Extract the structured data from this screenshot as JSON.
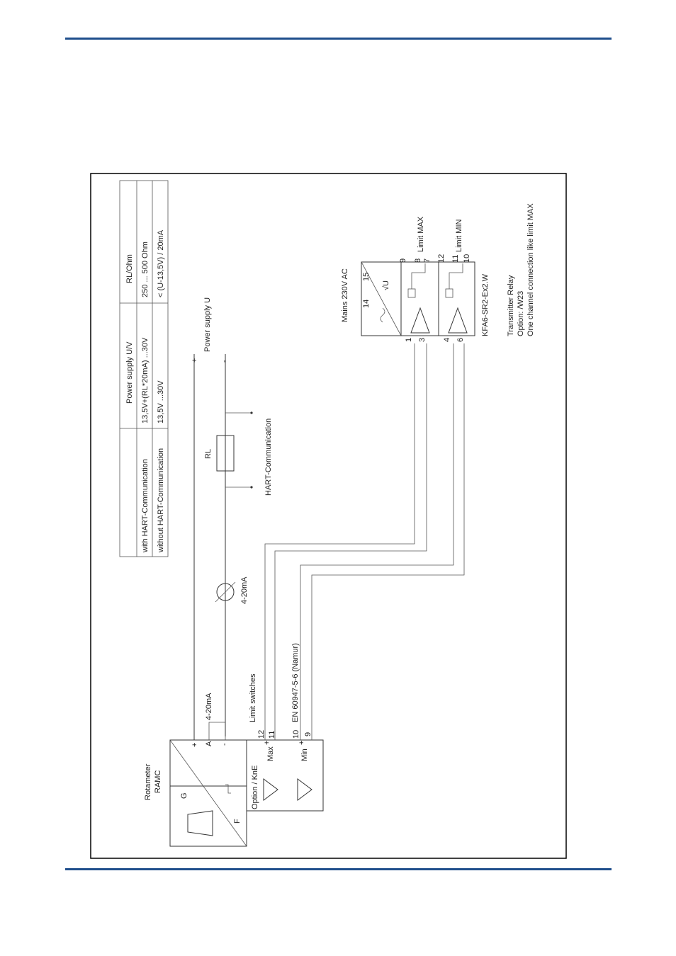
{
  "colors": {
    "rule": "#1f4e8c",
    "frame": "#000000",
    "line": "#333333"
  },
  "table": {
    "header": [
      "",
      "Power supply U/V",
      "RL/Ohm"
    ],
    "rows": [
      [
        "with HART-Communication",
        "13,5V+(RL*20mA) ...30V",
        "250 ... 500 Ohm"
      ],
      [
        "without HART-Communication",
        "13,5V ...30V",
        "< (U-13,5V) / 20mA"
      ]
    ]
  },
  "labels": {
    "rotameter": "Rotameter",
    "ramc": "RAMC",
    "g": "G",
    "f": "F",
    "plus": "+",
    "a": "A",
    "minus": "-",
    "current_left": "4-20mA",
    "current_meter": "4-20mA",
    "option": "Option / KnE",
    "max": "Max",
    "min": "Min",
    "limit_switches": "Limit switches",
    "namur": "EN 60947-5-6 (Namur)",
    "rl": "RL",
    "hart": "HART-Communication",
    "power_supply": "Power supply U",
    "ps_plus": "+",
    "ps_minus": "-",
    "mains": "Mains 230V AC",
    "limit_max": "Limit MAX",
    "limit_min": "Limit MIN",
    "kfa": "KFA6-SR2-Ex2.W",
    "relay_1": "Transmitter Relay",
    "relay_2": "Option: /W23",
    "relay_3": "One channel connection like limit MAX"
  },
  "terminals": {
    "t12": "12",
    "t11": "11",
    "t10": "10",
    "t9": "9",
    "r1": "1",
    "r3": "3",
    "r4": "4",
    "r6": "6",
    "r14": "14",
    "r15": "15",
    "r9": "9",
    "r8": "8",
    "r7": "7",
    "r12": "12",
    "r11": "11",
    "r10": "10"
  }
}
